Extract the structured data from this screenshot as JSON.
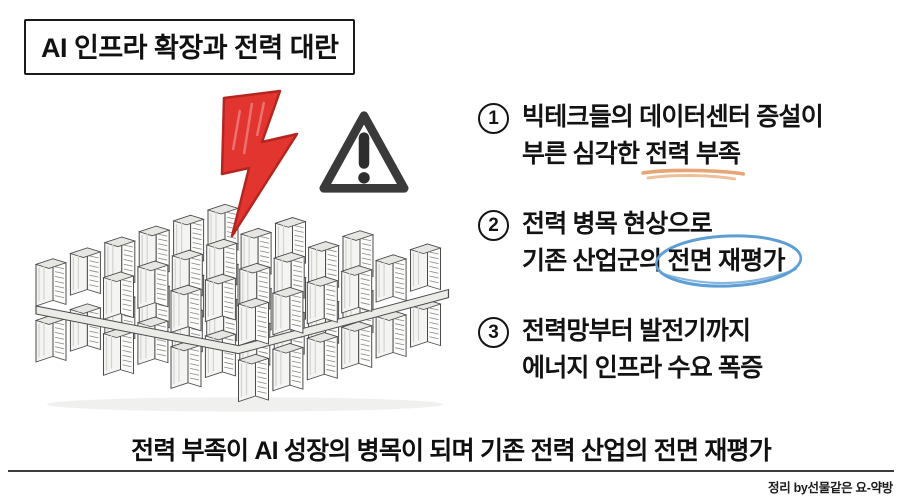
{
  "title": "AI 인프라 확장과 전력 대란",
  "illustration": {
    "lightning_icon": "red-lightning-bolt",
    "warning_icon": "warning-triangle-exclamation",
    "drawing": "isometric-data-center-server-racks-pencil-sketch"
  },
  "points": [
    {
      "num": "1",
      "line1": "빅테크들의 데이터센터 증설이",
      "line2_pre": "부른 심각한 ",
      "line2_mark": "전력 부족",
      "mark_style": "orange-underline"
    },
    {
      "num": "2",
      "line1": "전력 병목 현상으로",
      "line2_pre": "기존 산업군의 ",
      "line2_mark": "전면 재평가",
      "mark_style": "blue-circle"
    },
    {
      "num": "3",
      "line1": "전력망부터 발전기까지",
      "line2_pre": "에너지 인프라 수요 폭증",
      "line2_mark": "",
      "mark_style": "none"
    }
  ],
  "summary": "전력 부족이 AI 성장의 병목이 되며 기존 전력 산업의 전면 재평가",
  "credit": "정리 by선물같은 요-약방",
  "colors": {
    "accent_red": "#e23530",
    "underline_orange": "#e8a474",
    "circle_blue": "#5d9ed5",
    "ink": "#151515"
  }
}
